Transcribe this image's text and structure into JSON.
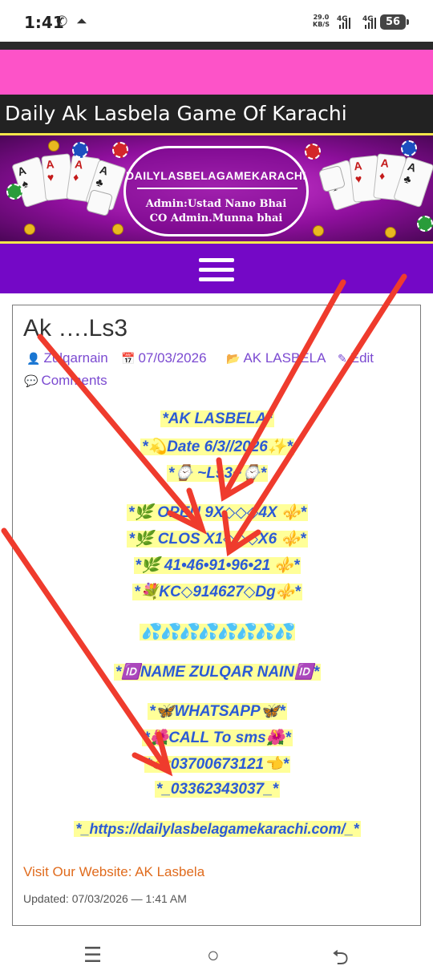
{
  "status_bar": {
    "time": "1:41",
    "network_speed_value": "29.0",
    "network_speed_unit": "KB/S",
    "signal_1": "4G",
    "signal_2": "4G",
    "battery": "56"
  },
  "site": {
    "title": "Daily Ak Lasbela Game Of Karachi",
    "banner_title": "DAILYLASBELAGAMEKARACHI",
    "banner_admin": "Admin:Ustad Nano Bhai",
    "banner_co_admin": "CO Admin.Munna bhai"
  },
  "post": {
    "title": "Ak ….Ls3",
    "author": "Zulqarnain",
    "date": "07/03/2026",
    "category": "AK LASBELA",
    "edit": "Edit",
    "comments": "Comments",
    "lines": [
      "*AK LASBELA*",
      "*💫Date 6/3//2026✨*",
      "*⌚ ~Ls3~⌚*",
      "*🌿 OPEN 9X◇◇◇4X ⚜️*",
      "*🌿 CLOS X1◇◇◇X6 ⚜️*",
      "*🌿 41•46•91•96•21 ⚜️*",
      "*💐KC◇914627◇Dg⚜️*",
      "💦💦💦💦💦💦💦💦",
      "*🆔NAME ZULQAR NAIN🆔*",
      "*🦋WHATSAPP🦋*",
      "*🌺CALL To sms🌺*",
      "*👉03700673121👈*",
      "*_03362343037_*",
      "*_https://dailylasbelagamekarachi.com/_*"
    ],
    "visit_link": "Visit Our Website: AK Lasbela",
    "updated": "Updated: 07/03/2026 — 1:41 AM"
  },
  "colors": {
    "pink_bar": "#fd53c8",
    "nav_purple": "#7408c6",
    "link_purple": "#7b4ad1",
    "text_blue": "#2b5ad6",
    "highlight": "#ffff99",
    "arrow_red": "#ef3b2d",
    "visit_orange": "#e06b1d"
  },
  "icons": {
    "author": "user-icon",
    "date": "calendar-icon",
    "category": "folder-icon",
    "edit": "pencil-icon",
    "comments": "comment-icon",
    "menu": "hamburger-menu-icon"
  }
}
